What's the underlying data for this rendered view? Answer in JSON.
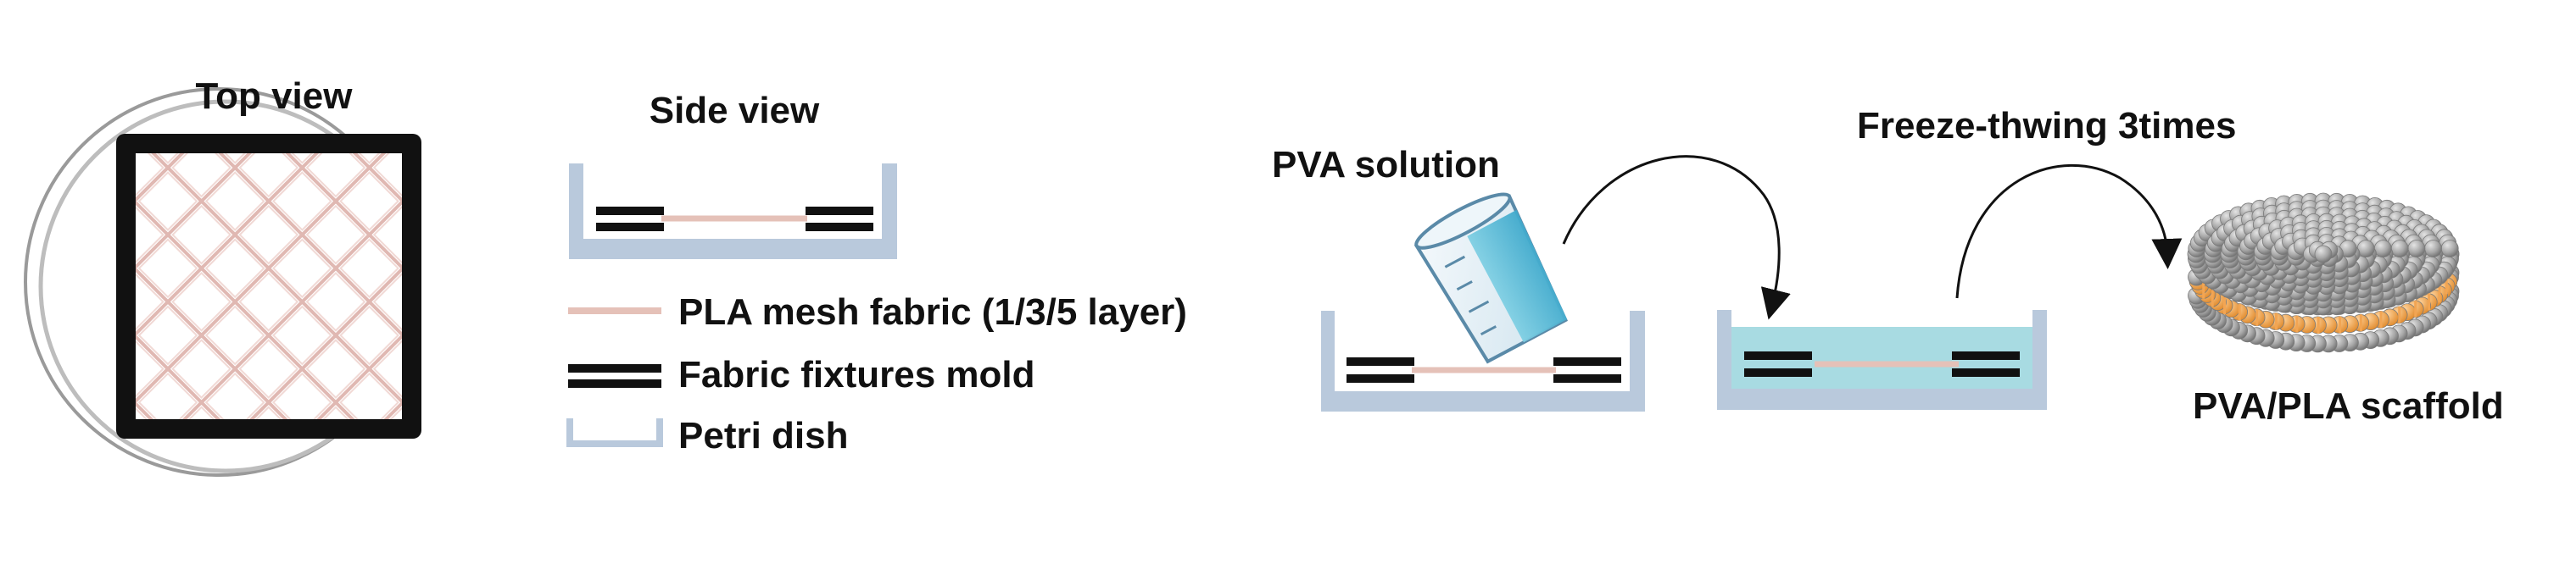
{
  "labels": {
    "top_view": "Top view",
    "side_view": "Side view",
    "pva_solution": "PVA solution",
    "freeze_thaw": "Freeze-thwing 3times",
    "scaffold": "PVA/PLA scaffold"
  },
  "legend": {
    "mesh": "PLA mesh fabric (1/3/5 layer)",
    "mold": "Fabric fixtures mold",
    "dish": "Petri dish"
  },
  "colors": {
    "dish": "#b9c9dc",
    "dish_rim": "#d9d9d9",
    "mesh": "#e5c1b8",
    "mold": "#111111",
    "solution": "#a8dbe2",
    "scaffold_grey": "#a9a9a9",
    "scaffold_orange": "#f2a553"
  }
}
